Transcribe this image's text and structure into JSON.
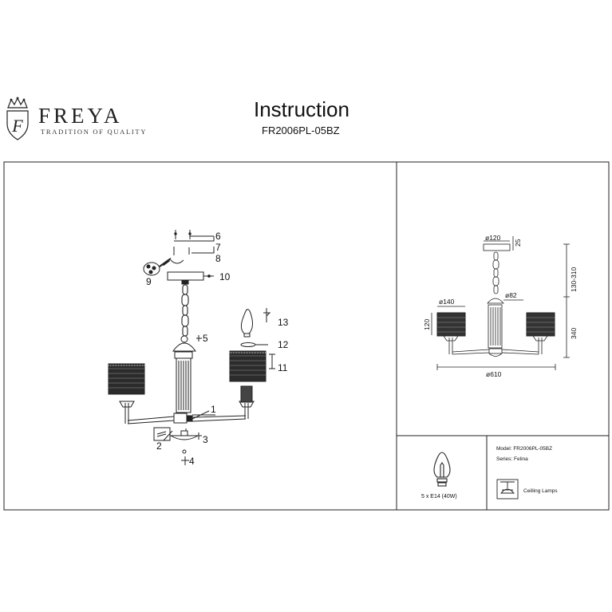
{
  "brand": {
    "name": "FREYA",
    "tagline": "TRADITION OF QUALITY",
    "monogram": "F"
  },
  "header": {
    "title": "Instruction",
    "model_code": "FR2006PL-05BZ"
  },
  "assembly": {
    "part_numbers": [
      "1",
      "2",
      "3",
      "4",
      "5",
      "6",
      "7",
      "8",
      "9",
      "10",
      "11",
      "12",
      "13"
    ]
  },
  "dimensions": {
    "canopy_diameter": "ø120",
    "canopy_height": "25",
    "chain_range": "130-310",
    "column_diameter": "ø82",
    "shade_diameter": "ø140",
    "shade_height": "120",
    "body_height": "340",
    "total_width": "ø610"
  },
  "bulb": {
    "spec": "5 x E14 (40W)"
  },
  "info": {
    "model": "Model: FR2006PL-05BZ",
    "series": "Series: Felina",
    "type_label": "Ceilling Lamps"
  }
}
